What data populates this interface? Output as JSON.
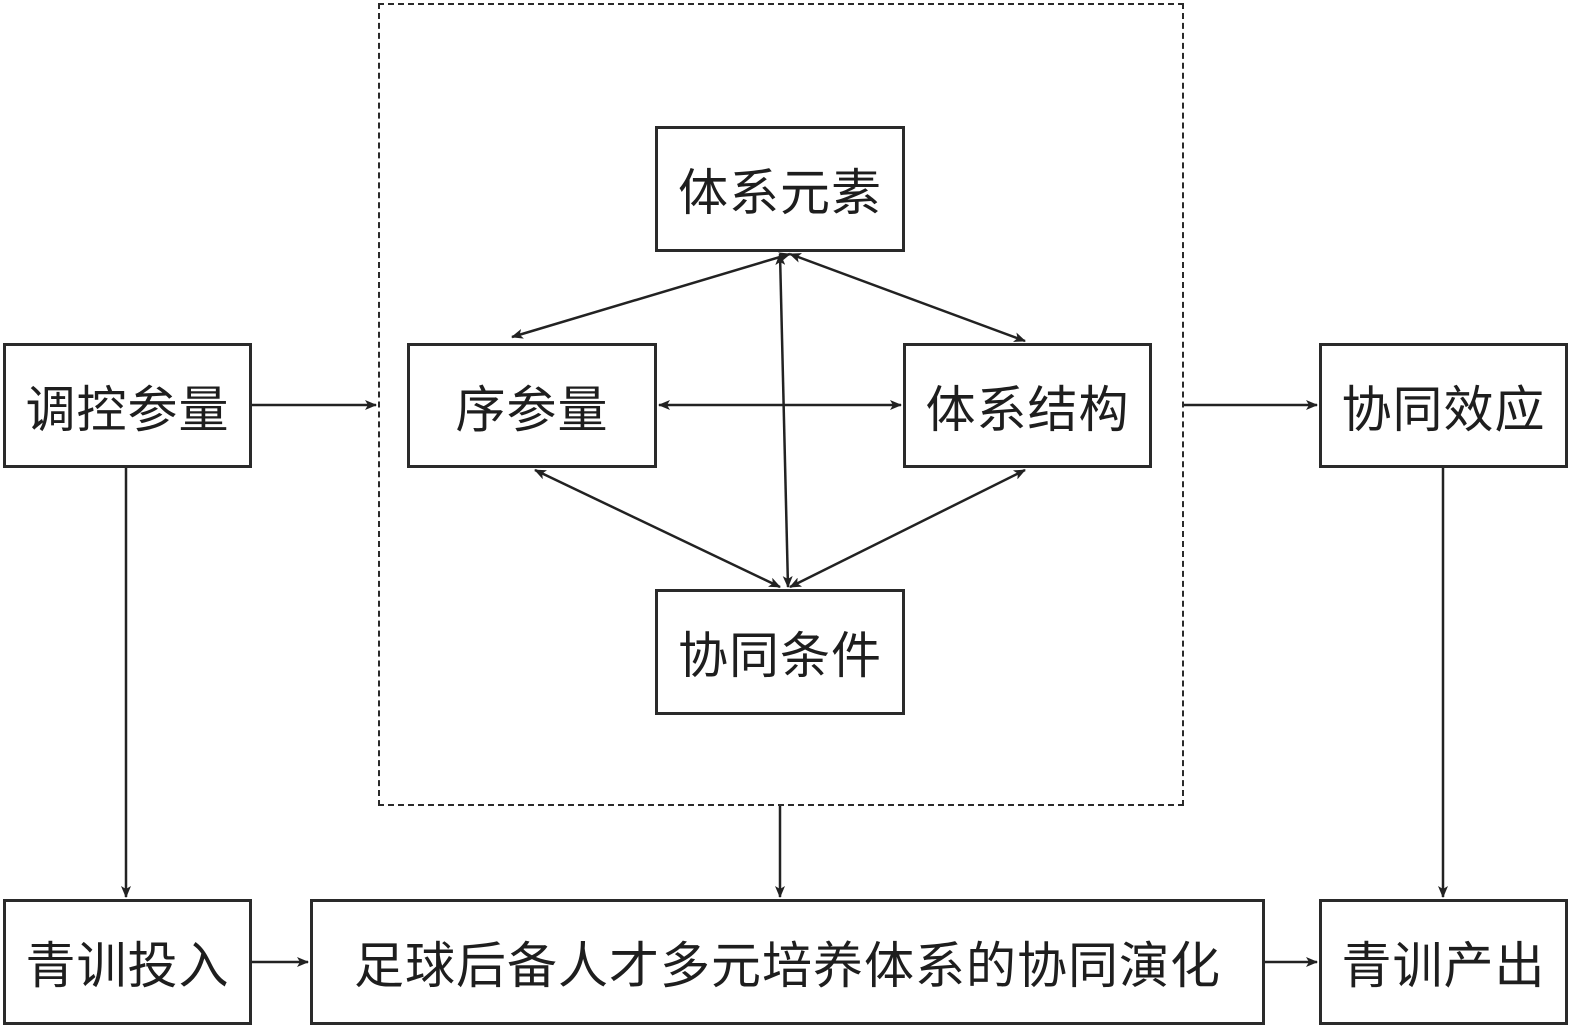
{
  "diagram": {
    "nodes": {
      "control_params": "调控参量",
      "system_elements": "体系元素",
      "order_params": "序参量",
      "system_structure": "体系结构",
      "synergy_conditions": "协同条件",
      "synergy_effect": "协同效应",
      "youth_input": "青训投入",
      "coevolution": "足球后备人才多元培养体系的协同演化",
      "youth_output": "青训产出"
    },
    "edges": [
      {
        "from": "control_params",
        "to": "synergy_system_group",
        "type": "directed"
      },
      {
        "from": "synergy_system_group",
        "to": "synergy_effect",
        "type": "directed"
      },
      {
        "from": "control_params",
        "to": "youth_input",
        "type": "directed"
      },
      {
        "from": "synergy_effect",
        "to": "youth_output",
        "type": "directed"
      },
      {
        "from": "youth_input",
        "to": "coevolution",
        "type": "directed"
      },
      {
        "from": "coevolution",
        "to": "youth_output",
        "type": "directed"
      },
      {
        "from": "synergy_system_group",
        "to": "coevolution",
        "type": "directed"
      },
      {
        "from": "system_elements",
        "to": "order_params",
        "type": "bidirectional"
      },
      {
        "from": "system_elements",
        "to": "system_structure",
        "type": "bidirectional"
      },
      {
        "from": "system_elements",
        "to": "synergy_conditions",
        "type": "bidirectional"
      },
      {
        "from": "order_params",
        "to": "system_structure",
        "type": "bidirectional"
      },
      {
        "from": "order_params",
        "to": "synergy_conditions",
        "type": "bidirectional"
      },
      {
        "from": "system_structure",
        "to": "synergy_conditions",
        "type": "bidirectional"
      }
    ]
  }
}
